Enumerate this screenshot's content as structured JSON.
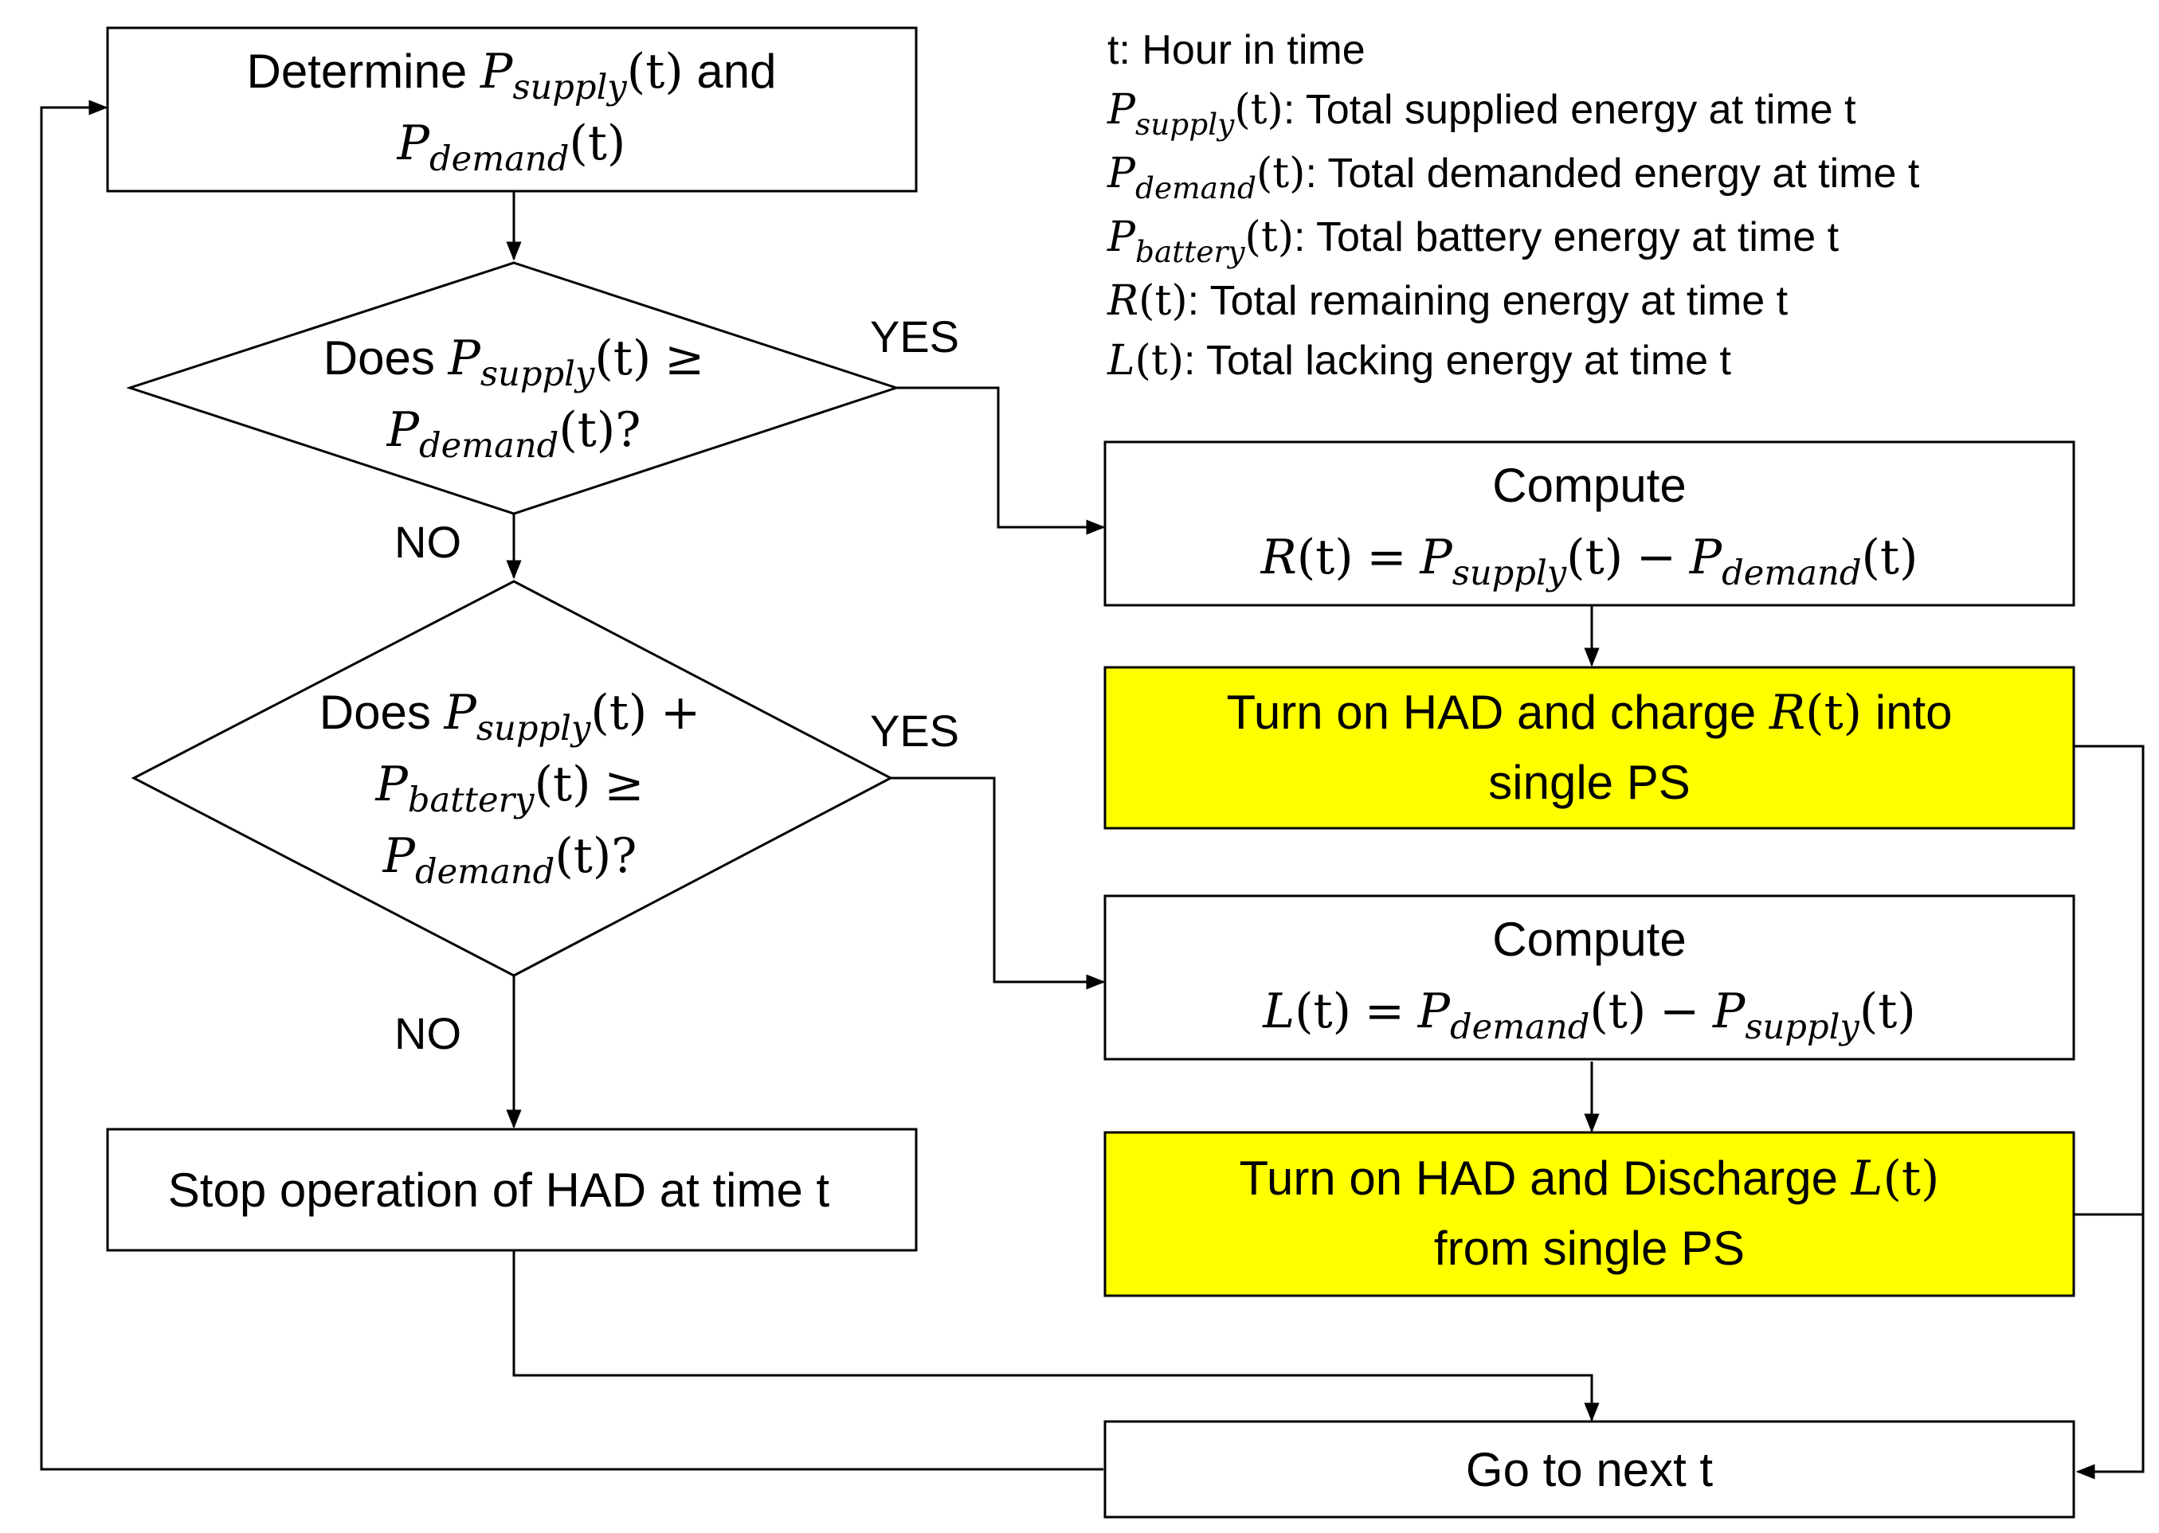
{
  "legend": {
    "line1": "t: Hour in time",
    "line2_desc": ": Total supplied energy at time t",
    "line3_desc": ": Total demanded energy at time t",
    "line4_desc": ": Total battery energy at time t",
    "line5_desc": ": Total remaining energy at time t",
    "line6_desc": ": Total lacking energy at time t"
  },
  "math": {
    "P": "P",
    "R": "R",
    "L": "L",
    "t_arg": "(t)",
    "supply": "supply",
    "demand": "demand",
    "battery": "battery",
    "ge": "≥",
    "eq": "=",
    "minus": "−",
    "plus": "+",
    "q": "?"
  },
  "nodes": {
    "determine": {
      "word": "Determine",
      "and": "and"
    },
    "decision1": {
      "does": "Does"
    },
    "decision2": {
      "does": "Does"
    },
    "compute_r": {
      "title": "Compute"
    },
    "charge": {
      "line1_a": "Turn on HAD and charge",
      "line1_b": "into",
      "line2": "single PS"
    },
    "compute_l": {
      "title": "Compute"
    },
    "discharge": {
      "line1_a": "Turn on HAD and Discharge",
      "line2": "from single PS"
    },
    "stop": {
      "text": "Stop operation of HAD at time t"
    },
    "next": {
      "text": "Go to next t"
    }
  },
  "edge_labels": {
    "yes1": "YES",
    "no1": "NO",
    "yes2": "YES",
    "no2": "NO"
  },
  "colors": {
    "highlight": "#ffff00",
    "stroke": "#000000"
  }
}
